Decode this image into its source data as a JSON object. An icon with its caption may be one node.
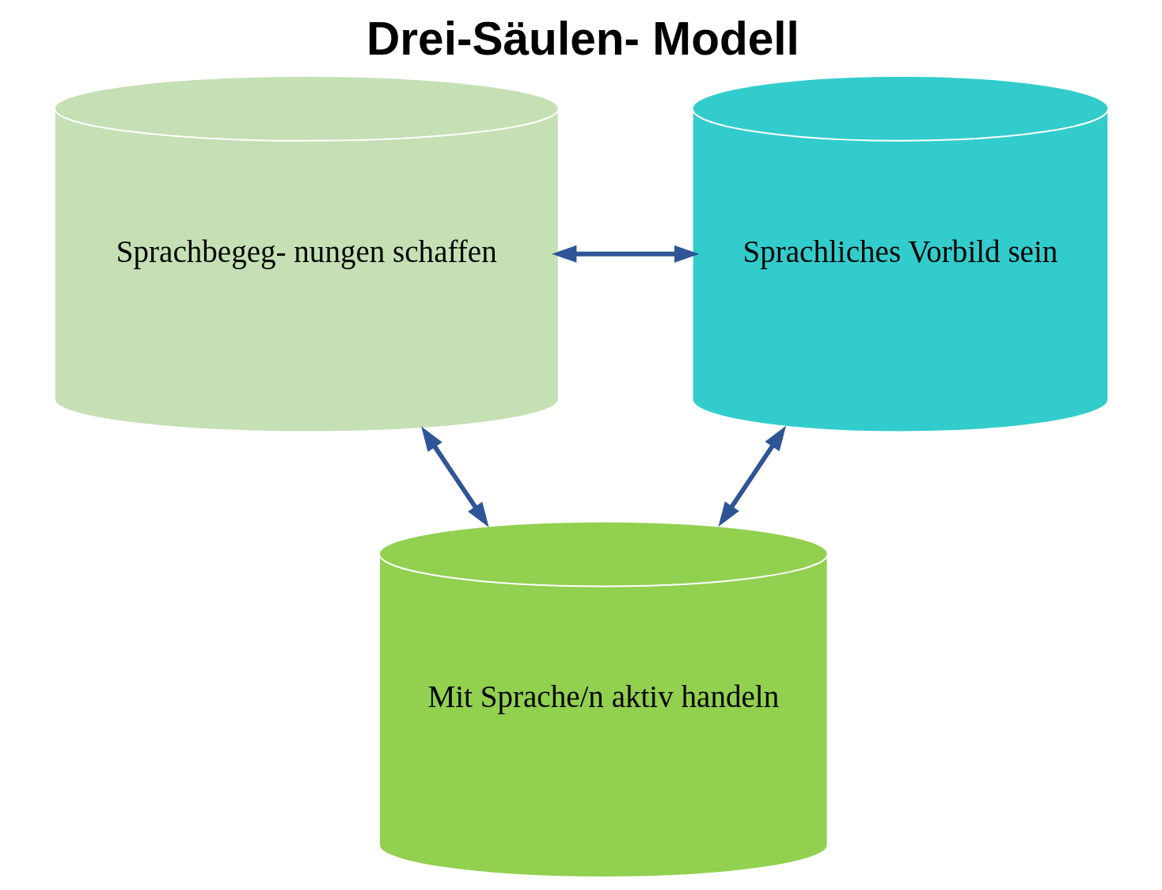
{
  "diagram": {
    "title": "Drei-Säulen- Modell",
    "nodes": [
      {
        "text": [
          "Sprachbegeg- nungen schaffen"
        ]
      },
      {
        "text": [
          "Mit Sprache/n aktiv handeln"
        ]
      },
      {
        "text": [
          "Sprachliches Vorbild sein"
        ]
      }
    ],
    "edges": [
      {
        "from": 0,
        "to": 2,
        "arrow": "both"
      },
      {
        "from": 0,
        "to": 1,
        "arrow": "both"
      },
      {
        "from": 2,
        "to": 1,
        "arrow": "both"
      }
    ]
  }
}
